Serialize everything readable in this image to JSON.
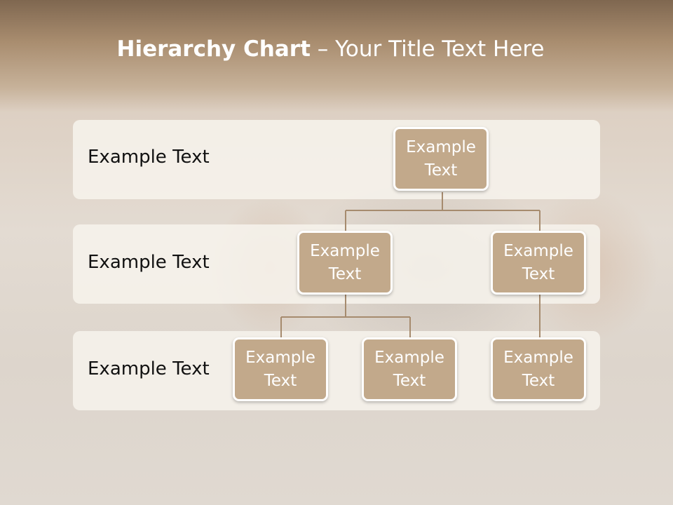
{
  "title": {
    "bold": "Hierarchy Chart",
    "rest": " – Your Title Text Here"
  },
  "rows": [
    {
      "label": "Example Text"
    },
    {
      "label": "Example Text"
    },
    {
      "label": "Example Text"
    }
  ],
  "nodes": [
    {
      "text": "Example Text"
    },
    {
      "text": "Example Text"
    },
    {
      "text": "Example Text"
    },
    {
      "text": "Example Text"
    },
    {
      "text": "Example Text"
    },
    {
      "text": "Example Text"
    }
  ],
  "colors": {
    "node_fill": "#c2a98b",
    "connector": "#a68b6e",
    "band": "#f6f2ec"
  }
}
